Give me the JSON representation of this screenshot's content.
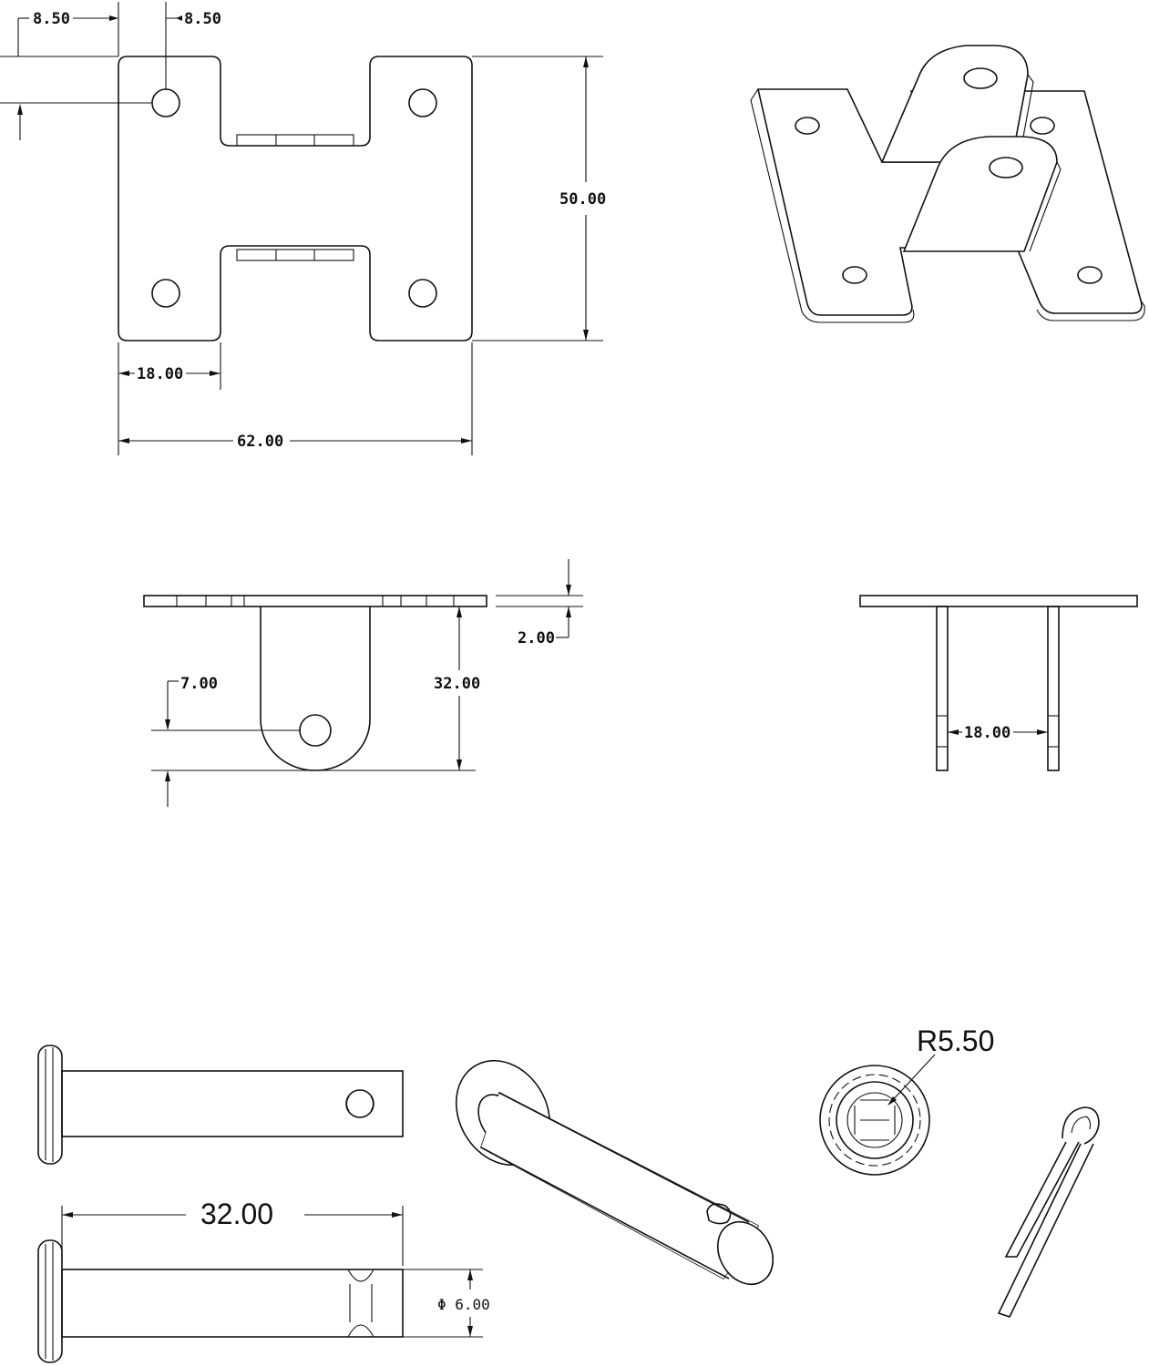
{
  "title": "",
  "views": {
    "top_view": {
      "dims": {
        "hole_offset_x": "8.50",
        "hole_offset_y": "8.50",
        "height": "50.00",
        "tab_width": "18.00",
        "total_width": "62.00"
      }
    },
    "isometric_plate": {},
    "front_view": {
      "dims": {
        "thickness": "2.00",
        "lug_height": "32.00",
        "hole_center": "7.00"
      }
    },
    "side_view": {
      "dims": {
        "lug_spacing": "18.00"
      }
    },
    "pin_views": {
      "dims": {
        "pin_length": "32.00",
        "pin_diameter": "Φ 6.00",
        "head_radius": "R5.50"
      }
    },
    "cotter_pin": {}
  }
}
